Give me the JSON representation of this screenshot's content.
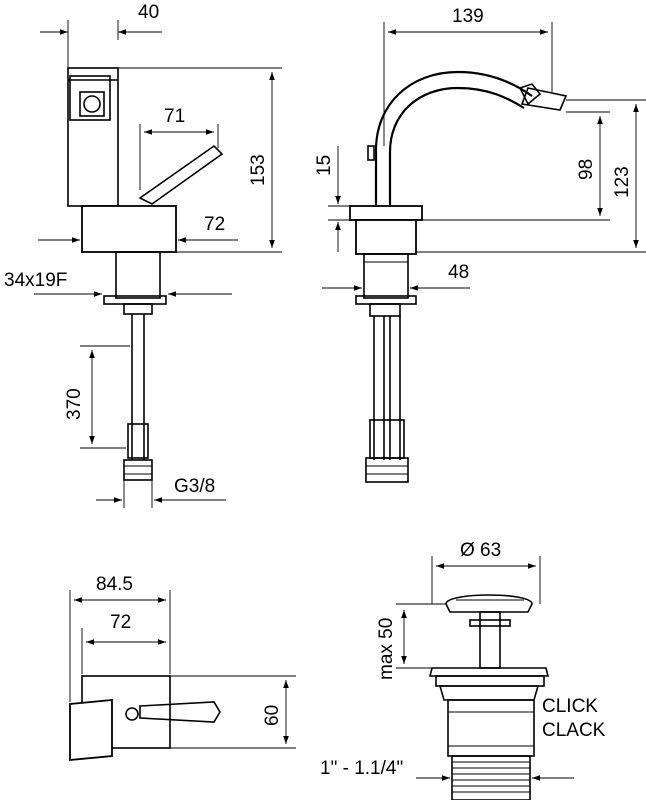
{
  "dimensions": {
    "top_offset": "40",
    "height_total": "153",
    "lever_reach": "71",
    "body_width": "72",
    "inlet_thread": "34x19F",
    "hose_length": "370",
    "connector": "G3/8",
    "spout_reach": "139",
    "spout_offset": "15",
    "spout_height": "98",
    "spout_total": "123",
    "base_width": "48",
    "plan_outer": "84.5",
    "plan_inner": "72",
    "plan_depth": "60",
    "waste_diameter": "Ø 63",
    "waste_max": "max 50",
    "waste_thread": "1\" - 1.1/4\""
  },
  "labels": {
    "click_line1": "CLICK",
    "click_line2": "CLACK"
  }
}
